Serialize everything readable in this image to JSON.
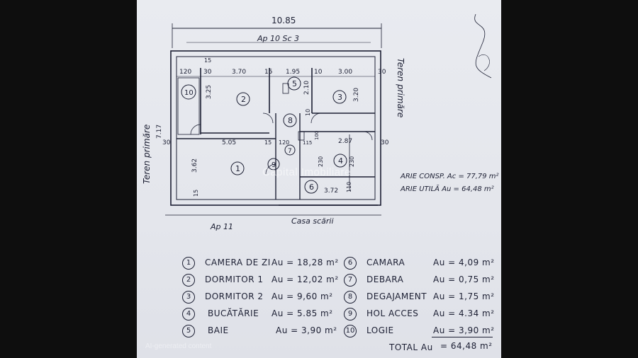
{
  "plan": {
    "overall_width": "10.85",
    "apartment": "Ap 10 Sc 3",
    "neighbor_apartment": "Ap 11",
    "staircase": "Casa scării",
    "side_left": "Teren primăre",
    "side_right": "Teren primăre",
    "height_total": "7.17",
    "dims": {
      "d120a": "120",
      "d30a": "30",
      "d370": "3.70",
      "d15a": "15",
      "d195": "1.95",
      "d10a": "10",
      "d300": "3.00",
      "d30b": "30",
      "d15b": "15",
      "d325": "3.25",
      "d210": "2.10",
      "d320": "3.20",
      "d10b": "10",
      "d30c": "30",
      "d505": "5.05",
      "d15c": "15",
      "d120b": "120",
      "d115": "115",
      "d100": "100",
      "d287": "2.87",
      "d30d": "30",
      "d362": "3.62",
      "d230a": "230",
      "d230b": "230",
      "d372": "3.72",
      "d110": "110",
      "d15d": "15"
    },
    "room_numbers": [
      "1",
      "2",
      "3",
      "4",
      "5",
      "6",
      "7",
      "8",
      "9",
      "10"
    ]
  },
  "areas": {
    "constructed": "ARIE CONSP. Ac = 77,79 m²",
    "usable": "ARIE UTILĂ Au = 64,48 m²"
  },
  "rooms": [
    {
      "n": "1",
      "name": "CAMERA DE ZI",
      "area": "Au = 18,28 m²"
    },
    {
      "n": "2",
      "name": "DORMITOR 1",
      "area": "Au = 12,02 m²"
    },
    {
      "n": "3",
      "name": "DORMITOR 2",
      "area": "Au = 9,60 m²"
    },
    {
      "n": "4",
      "name": "BUCĂTĂRIE",
      "area": "Au = 5.85 m²"
    },
    {
      "n": "5",
      "name": "BAIE",
      "area": "Au = 3,90 m²"
    },
    {
      "n": "6",
      "name": "CAMARA",
      "area": "Au = 4,09 m²"
    },
    {
      "n": "7",
      "name": "DEBARA",
      "area": "Au = 0,75 m²"
    },
    {
      "n": "8",
      "name": "DEGAJAMENT",
      "area": "Au = 1,75 m²"
    },
    {
      "n": "9",
      "name": "HOL ACCES",
      "area": "Au = 4.34 m²"
    },
    {
      "n": "10",
      "name": "LOGIE",
      "area": "Au = 3,90 m²"
    }
  ],
  "total": {
    "label": "TOTAL Au",
    "value": "= 64,48 m²"
  },
  "watermark": "Capital Imobiliare",
  "ai_note": "AI-generated content",
  "colors": {
    "ink": "#1c1f33",
    "paper": "#e6e8ee",
    "frame": "#0e0e0e"
  }
}
